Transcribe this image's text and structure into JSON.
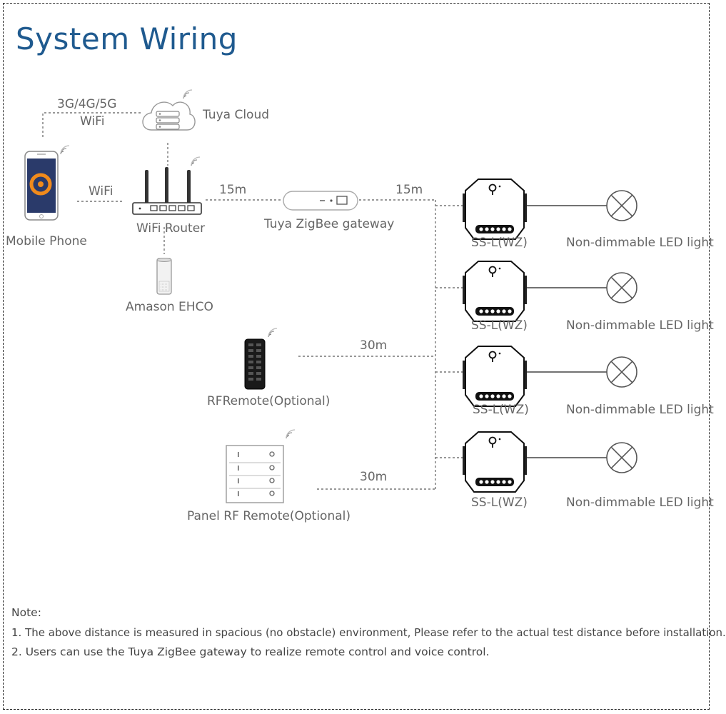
{
  "title": "System Wiring",
  "labels": {
    "network": "3G/4G/5G",
    "wifi_top": "WiFi",
    "cloud": "Tuya Cloud",
    "wifi_left": "WiFi",
    "phone": "Mobile Phone",
    "router": "WiFi Router",
    "dist_router_gateway": "15m",
    "gateway": "Tuya ZigBee gateway",
    "dist_gateway_modules": "15m",
    "echo": "Amason EHCO",
    "rf_remote": "RFRemote(Optional)",
    "dist_rf_remote": "30m",
    "panel_remote": "Panel RF Remote(Optional)",
    "dist_panel_remote": "30m"
  },
  "modules": [
    {
      "label": "SS-L(WZ)",
      "light": "Non-dimmable LED light"
    },
    {
      "label": "SS-L(WZ)",
      "light": "Non-dimmable LED light"
    },
    {
      "label": "SS-L(WZ)",
      "light": "Non-dimmable LED light"
    },
    {
      "label": "SS-L(WZ)",
      "light": "Non-dimmable LED light"
    }
  ],
  "notes": {
    "heading": "Note:",
    "line1": "1. The above distance is measured in spacious (no obstacle) environment,  Please refer to the actual test distance before installation.",
    "line2": "2. Users can use the Tuya ZigBee gateway to realize remote control and voice control."
  },
  "colors": {
    "title": "#1f5a8f",
    "phone_screen": "#2a3a6a",
    "phone_accent": "#f08a1c"
  }
}
